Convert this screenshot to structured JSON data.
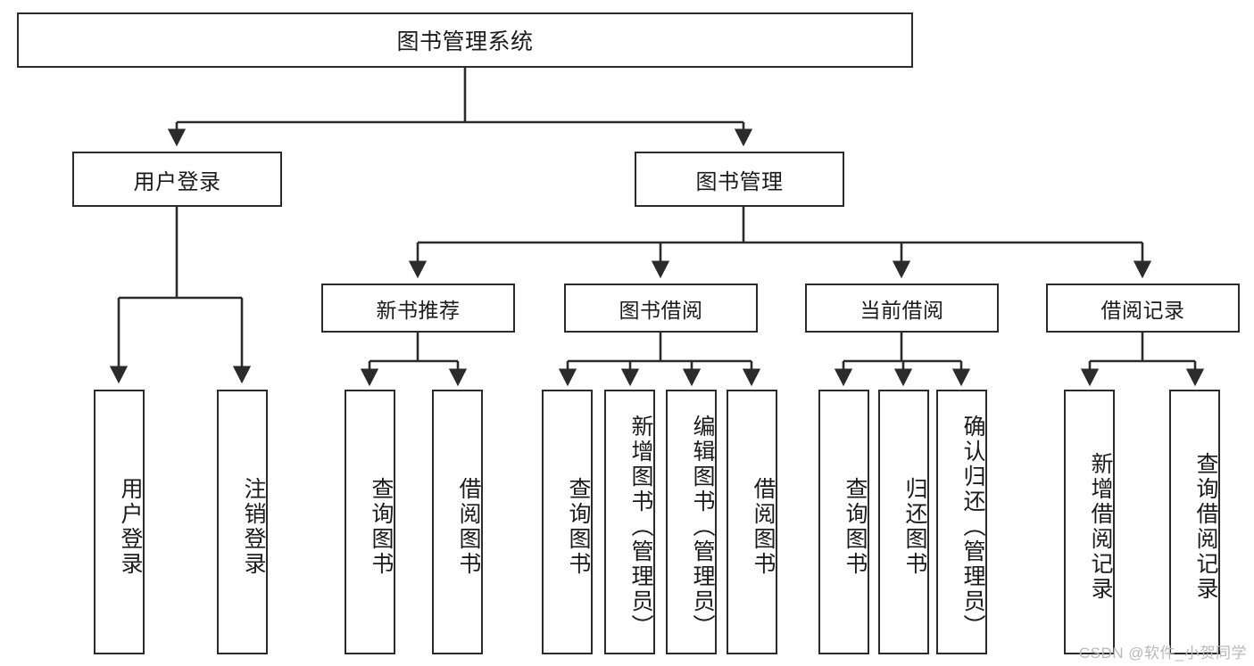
{
  "diagram": {
    "title": "图书管理系统",
    "root": {
      "label": "图书管理系统"
    },
    "level1": [
      {
        "label": "用户登录"
      },
      {
        "label": "图书管理"
      }
    ],
    "level2": [
      {
        "label": "新书推荐"
      },
      {
        "label": "图书借阅"
      },
      {
        "label": "当前借阅"
      },
      {
        "label": "借阅记录"
      }
    ],
    "leaves": {
      "user_login": [
        {
          "label": "用户登录"
        },
        {
          "label": "注销登录"
        }
      ],
      "new_book_recommend": [
        {
          "label": "查询图书"
        },
        {
          "label": "借阅图书"
        }
      ],
      "book_borrow": [
        {
          "label": "查询图书"
        },
        {
          "label": "新增图书（管理员）"
        },
        {
          "label": "编辑图书（管理员）"
        },
        {
          "label": "借阅图书"
        }
      ],
      "current_borrow": [
        {
          "label": "查询图书"
        },
        {
          "label": "归还图书"
        },
        {
          "label": "确认归还（管理员）"
        }
      ],
      "borrow_record": [
        {
          "label": "新增借阅记录"
        },
        {
          "label": "查询借阅记录"
        }
      ]
    },
    "watermark": "CSDN @软件_小贺同学",
    "colors": {
      "stroke": "#2b2b2b",
      "background": "#ffffff",
      "text": "#1b1b1b",
      "watermark": "#b9b9b9"
    }
  }
}
